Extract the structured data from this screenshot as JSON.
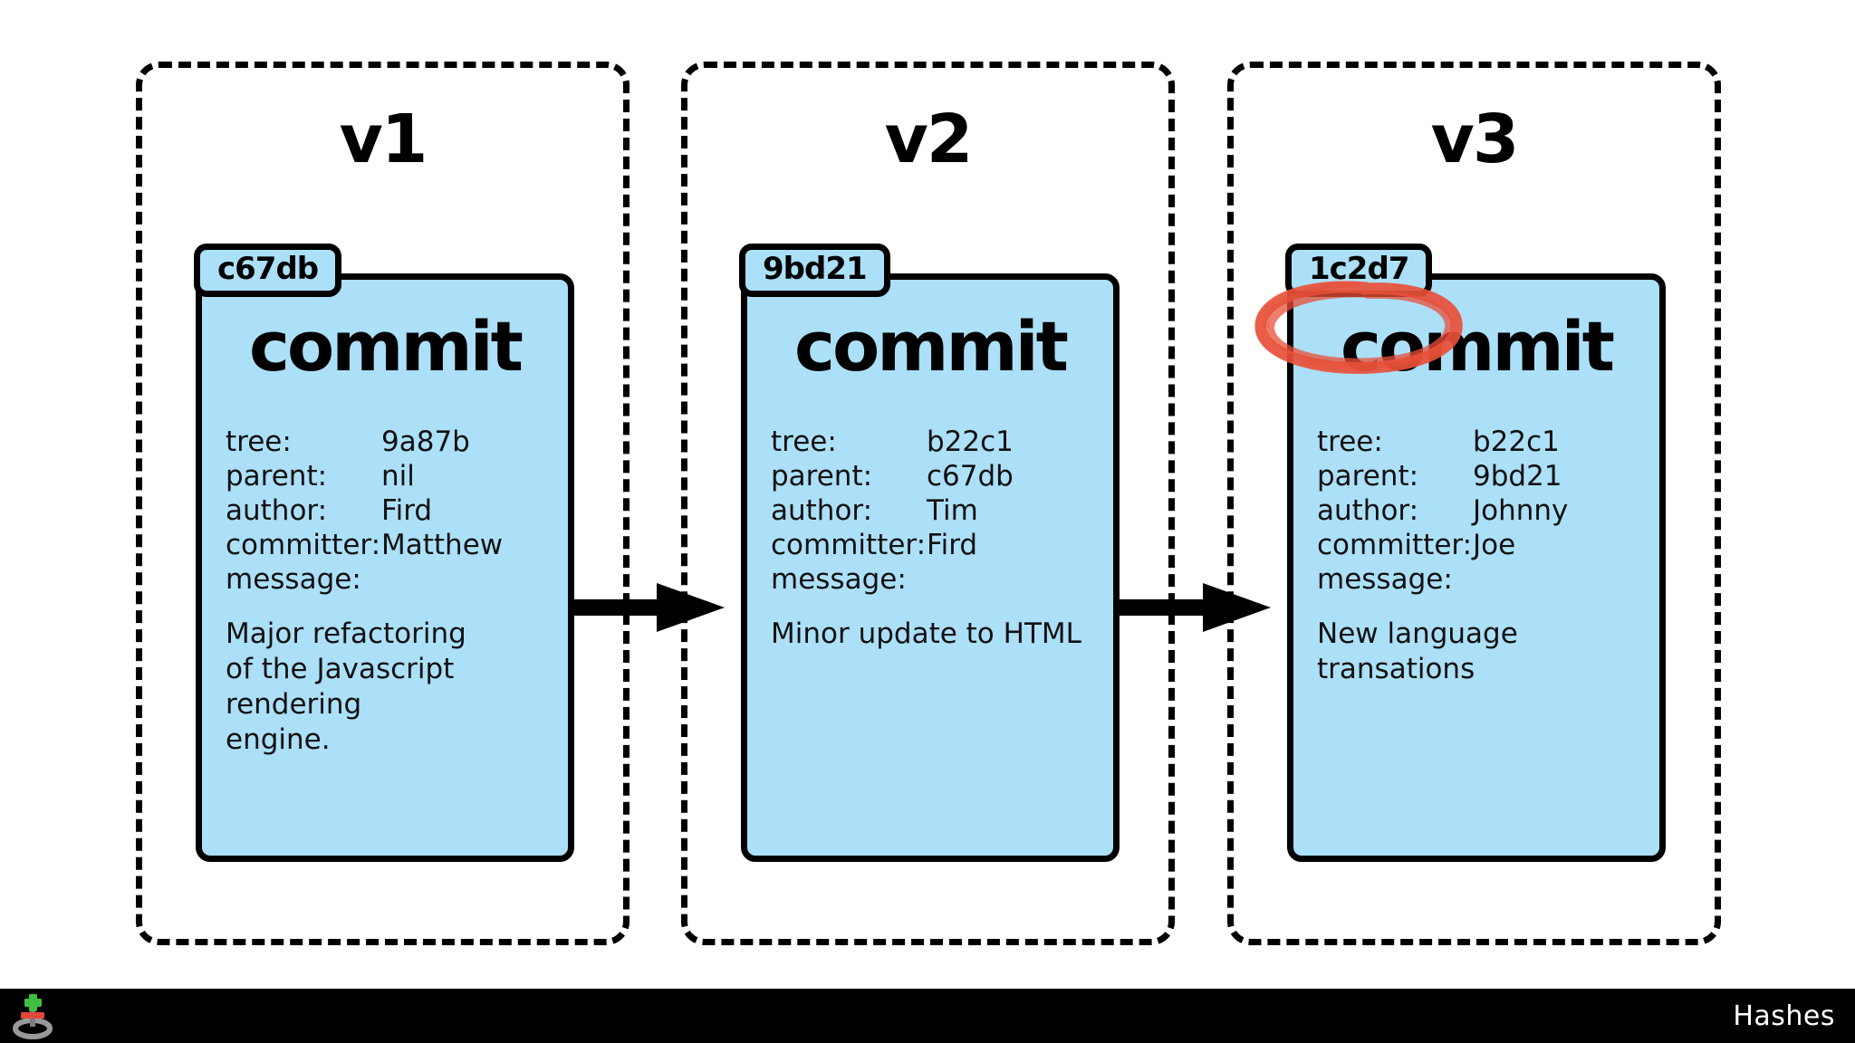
{
  "slide": {
    "caption": "Hashes",
    "logo_icon": "git-plus-logo-icon",
    "colors": {
      "card_fill": "#ACE0F9",
      "stroke": "#000000",
      "annotation_red": "#E8503A",
      "bar_background": "#000000",
      "bar_text": "#FFFFFF",
      "page_background": "#FFFFFF"
    }
  },
  "versions": [
    {
      "label": "v1"
    },
    {
      "label": "v2"
    },
    {
      "label": "v3"
    }
  ],
  "commits": [
    {
      "hash": "c67db",
      "title": "commit",
      "highlighted": false,
      "fields": [
        {
          "key": "tree:",
          "value": "9a87b"
        },
        {
          "key": "parent:",
          "value": "nil"
        },
        {
          "key": "author:",
          "value": "Fird"
        },
        {
          "key": "committer:",
          "value": "Matthew"
        },
        {
          "key": "message:",
          "value": ""
        }
      ],
      "message": "Major refactoring\nof the Javascript rendering\nengine."
    },
    {
      "hash": "9bd21",
      "title": "commit",
      "highlighted": false,
      "fields": [
        {
          "key": "tree:",
          "value": "b22c1"
        },
        {
          "key": "parent:",
          "value": "c67db"
        },
        {
          "key": "author:",
          "value": "Tim"
        },
        {
          "key": "committer:",
          "value": "Fird"
        },
        {
          "key": "message:",
          "value": ""
        }
      ],
      "message": "Minor update to HTML"
    },
    {
      "hash": "1c2d7",
      "title": "commit",
      "highlighted": true,
      "fields": [
        {
          "key": "tree:",
          "value": "b22c1"
        },
        {
          "key": "parent:",
          "value": "9bd21"
        },
        {
          "key": "author:",
          "value": "Johnny"
        },
        {
          "key": "committer:",
          "value": "Joe"
        },
        {
          "key": "message:",
          "value": ""
        }
      ],
      "message": "New language transations"
    }
  ],
  "arrows": [
    {
      "from": "c67db",
      "to": "9bd21",
      "icon": "right-arrow-icon"
    },
    {
      "from": "9bd21",
      "to": "1c2d7",
      "icon": "right-arrow-icon"
    }
  ],
  "annotation": {
    "icon": "red-circle-annotation-icon",
    "target": "1c2d7",
    "color": "#E8503A"
  }
}
